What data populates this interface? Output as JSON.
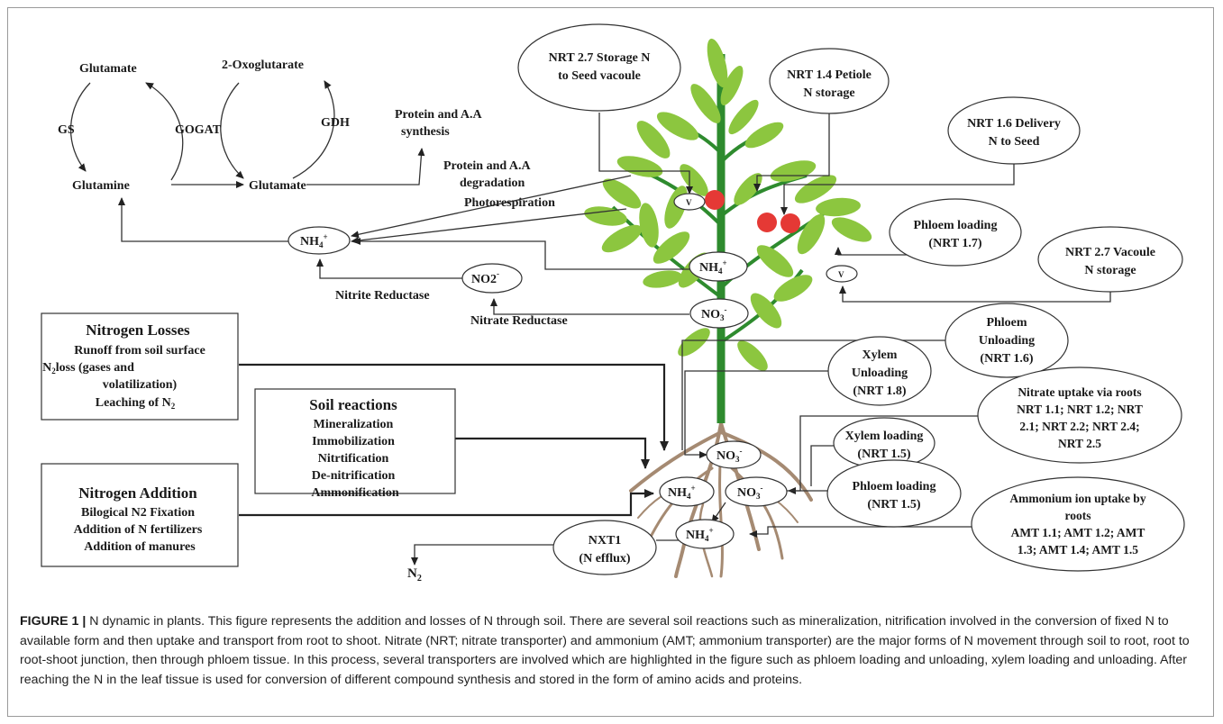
{
  "cycle": {
    "glutamate_top": "Glutamate",
    "oxoglutarate": "2-Oxoglutarate",
    "gs": "GS",
    "gogat": "GOGAT",
    "gdh": "GDH",
    "glutamine": "Glutamine",
    "glutamate_bottom": "Glutamate",
    "protein_synthesis": [
      "Protein and A.A",
      "synthesis"
    ]
  },
  "plant_labels": {
    "degradation": [
      "Protein and A.A",
      "degradation"
    ],
    "photorespiration": "Photorespiration",
    "nitrite_reductase": "Nitrite Reductase",
    "nitrate_reductase": "Nitrate Reductase",
    "n2": "N",
    "n2_sub": "2",
    "vacuole_v": "V"
  },
  "species": {
    "nh4_left": "NH",
    "no2": "NO2",
    "nh4_stem": "NH",
    "no3_stem": "NO",
    "no3_root": "NO",
    "nh4_root": "NH",
    "no3_root2": "NO",
    "nh4_bottom": "NH"
  },
  "bubbles": {
    "nrt27_storage": [
      "NRT 2.7 Storage N",
      "to Seed vacoule"
    ],
    "nrt14": [
      "NRT 1.4 Petiole",
      "N storage"
    ],
    "nrt16": [
      "NRT 1.6 Delivery",
      "N to Seed"
    ],
    "phloem_loading_17": [
      "Phloem loading",
      "(NRT 1.7)"
    ],
    "nrt27_vacuole": [
      "NRT 2.7 Vacoule",
      "N storage"
    ],
    "phloem_unloading": [
      "Phloem",
      "Unloading",
      "(NRT 1.6)"
    ],
    "xylem_unloading": [
      "Xylem",
      "Unloading",
      "(NRT 1.8)"
    ],
    "nitrate_uptake": [
      "Nitrate uptake via roots",
      "NRT 1.1; NRT 1.2; NRT",
      "2.1; NRT 2.2; NRT 2.4;",
      "NRT 2.5"
    ],
    "xylem_loading": [
      "Xylem loading",
      "(NRT 1.5)"
    ],
    "phloem_loading_15": [
      "Phloem loading",
      "(NRT 1.5)"
    ],
    "ammonium_uptake": [
      "Ammonium ion uptake by",
      "roots",
      "AMT 1.1; AMT 1.2; AMT",
      "1.3; AMT 1.4; AMT 1.5"
    ],
    "nxt1": [
      "NXT1",
      "(N efflux)"
    ]
  },
  "boxes": {
    "losses": {
      "title": "Nitrogen Losses",
      "items": [
        "Runoff from soil surface",
        "N",
        "loss (gases and",
        "volatilization)",
        "Leaching of N"
      ]
    },
    "soil": {
      "title": "Soil reactions",
      "items": [
        "Mineralization",
        "Immobilization",
        "Nitrtification",
        "De-nitrification",
        "Ammonification"
      ]
    },
    "addition": {
      "title": "Nitrogen Addition",
      "items": [
        "Bilogical N2 Fixation",
        "Addition of N fertilizers",
        "Addition of manures"
      ]
    }
  },
  "caption": {
    "lead": "FIGURE 1 |",
    "text": " N dynamic in plants. This figure represents the addition and losses of N through soil. There are several soil reactions such as mineralization, nitrification involved in the conversion of fixed N to available form and then uptake and transport from root to shoot. Nitrate (NRT; nitrate transporter) and ammonium (AMT; ammonium transporter) are the major forms of N movement through soil to root, root to root-shoot junction, then through phloem tissue. In this process, several transporters are involved which are highlighted in the figure such as phloem loading and unloading, xylem loading and unloading. After reaching the N in the leaf tissue is used for conversion of different compound synthesis and stored in the form of amino acids and proteins."
  },
  "colors": {
    "stem": "#2e8b2e",
    "leaf": "#8cc63f",
    "leaf_dark": "#6aa83a",
    "root": "#a58a72",
    "fruit": "#e53935"
  }
}
